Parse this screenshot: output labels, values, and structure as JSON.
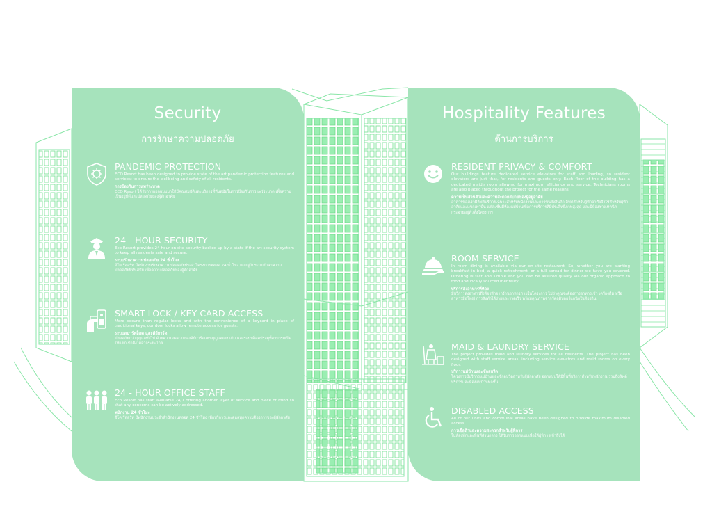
{
  "left_panel": {
    "title": "Security",
    "subtitle": "การรักษาความปลอดภัย",
    "sections": [
      {
        "icon": "virus-shield-icon",
        "heading": "PANDEMIC PROTECTION",
        "body_en": "ECO Resort has been designed to provide state of the art pandemic protection features and services; to ensure the wellbeing and safety of all residents.",
        "subheading_th": "การป้องกันการแพร่ระบาด",
        "body_th": "ECO Resort ได้รับการออกแบบมาให้มีคุณสมบัติและบริการที่ทันสมัยในการป้องกันการแพร่ระบาด เพื่อความเป็นอยู่ที่ดีและปลอดภัยของผู้พักอาศัย"
      },
      {
        "icon": "security-guard-icon",
        "heading": "24 - HOUR SECURITY",
        "body_en": "Eco Resort provides 24 hour on site security backed up by a state if the art security system to keep all residents safe and secure.",
        "subheading_th": "ระบบรักษาความปลอดภัย 24 ชั่วโมง",
        "body_th": "อีโค รีสอร์ท มีพนักงานรักษาความปลอดภัยประจำโครงการตลอด 24 ชั่วโมง ควบคู่กับระบบรักษาความปลอดภัยที่ทันสมัย เพื่อความปลอดภัยของผู้พักอาศัย"
      },
      {
        "icon": "key-card-icon",
        "heading": "SMART LOCK / KEY CARD ACCESS",
        "body_en": "More secure than regular locks and with the convenience of a keycard in place of traditional keys, our door locks allow remote access for guests.",
        "subheading_th": "ระบบสมาร์ทล็อค และคีย์การ์ด",
        "body_th": "ปลอดภัยกว่ากุญแจทั่วไป ด้วยความสะดวกของคีย์การ์ดแทนกุญแจแบบเดิม และระบบล็อคประตูที่สามารถเปิดให้แขกเข้าถึงได้จากระยะไกล"
      },
      {
        "icon": "office-staff-icon",
        "heading": "24 - HOUR OFFICE STAFF",
        "body_en": "Eco Resort has staff available 24/7 offering another layer of service and piece of mind so that any concerns can be actively addressed.",
        "subheading_th": "พนักงาน 24 ชั่วโมง",
        "body_th": "อีโค รีสอร์ท มีพนักงานประจำสำนักงานตลอด 24 ชั่วโมง เพื่อบริการและดูแลทุกความต้องการของผู้พักอาศัย"
      }
    ]
  },
  "right_panel": {
    "title": "Hospitality Features",
    "subtitle": "ด้านการบริการ",
    "sections": [
      {
        "icon": "smiley-icon",
        "heading": "RESIDENT PRIVACY & COMFORT",
        "body_en": "Our buildings feature dedicated service elevators for staff and loading, so resident elevators are just that, for residents and guests only. Each floor of the building has a dedicated maid's room allowing for maximum efficiency and service. Technicians rooms are also placed throughout the project for the same reasons.",
        "subheading_th": "ความเป็นส่วนตัวและความสะดวกสบายของผู้อยู่อาศัย",
        "body_th": "อาคารของเรามีลิฟต์บริการเฉพาะสำหรับพนักงานและการขนส่งสินค้า ลิฟต์สำหรับผู้พักอาศัยจึงใช้สำหรับผู้พักอาศัยและแขกเท่านั้น แต่ละชั้นมีห้องแม่บ้านเพื่อการบริการที่มีประสิทธิภาพสูงสุด และมีห้องช่างเทคนิคกระจายอยู่ทั่วทั้งโครงการ"
      },
      {
        "icon": "room-service-icon",
        "heading": "ROOM SERVICE",
        "body_en": "In room dining is available via our on-site restaurant. So, whether you are wanting breakfast in bed, a quick refreshment, or a full spread for dinner we have you covered. Ordering is fast and simple and you can be assured quality via our organic approach to food and locally sourced mentality.",
        "subheading_th": "บริการส่งอาหารที่ห้อง",
        "body_th": "มีบริการส่งอาหารถึงห้องพักจากร้านอาหารภายในโครงการ ไม่ว่าคุณจะต้องการอาหารเช้า เครื่องดื่ม หรืออาหารมื้อใหญ่ การสั่งทำได้ง่ายและรวดเร็ว พร้อมคุณภาพจากวัตถุดิบออร์แกนิกในท้องถิ่น"
      },
      {
        "icon": "maid-laundry-icon",
        "heading": "MAID & LAUNDRY SERVICE",
        "body_en": "The project provides maid and laundry services for all residents. The project has been designed with staff service areas; including service elevators and maid rooms on every floor.",
        "subheading_th": "บริการแม่บ้านและซักอบรีด",
        "body_th": "โครงการมีบริการแม่บ้านและซักอบรีดสำหรับผู้พักอาศัย ออกแบบให้มีพื้นที่บริการสำหรับพนักงาน รวมถึงลิฟต์บริการและห้องแม่บ้านทุกชั้น"
      },
      {
        "icon": "wheelchair-icon",
        "heading": "DISABLED ACCESS",
        "body_en": "All of our units and communal areas have been designed to provide maximum disabled access",
        "subheading_th": "การเชื่อถ้าและความสะดวกสำหรับผู้พิการ",
        "body_th": "ในห้องพักและพื้นที่ส่วนกลาง ได้รับการออกแบบเพื่อให้ผู้พิการเข้าถึงได้"
      }
    ]
  },
  "colors": {
    "panel": "#a6e3bc",
    "building_lines": "#8ae6a8",
    "text": "#ffffff"
  }
}
